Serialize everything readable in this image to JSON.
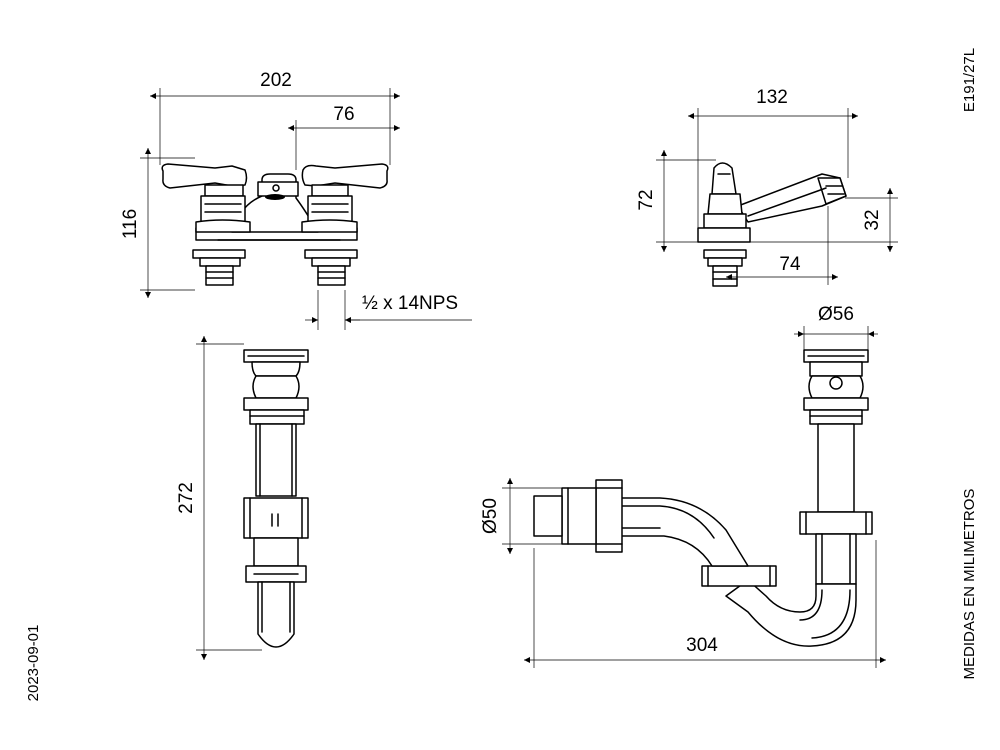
{
  "drawing_code": "E191/27L",
  "date": "2023-09-01",
  "units_note": "MEDIDAS EN MILIMETROS",
  "dimensions": {
    "faucet_total_width": "202",
    "faucet_center_offset": "76",
    "faucet_height": "116",
    "thread_spec": "½ x 14NPS",
    "spout_length": "132",
    "spout_body_height": "72",
    "spout_outlet_height": "32",
    "spout_reach": "74",
    "drain_height": "272",
    "drain_diameter": "Ø56",
    "trap_outlet_diameter": "Ø50",
    "trap_width": "304"
  }
}
